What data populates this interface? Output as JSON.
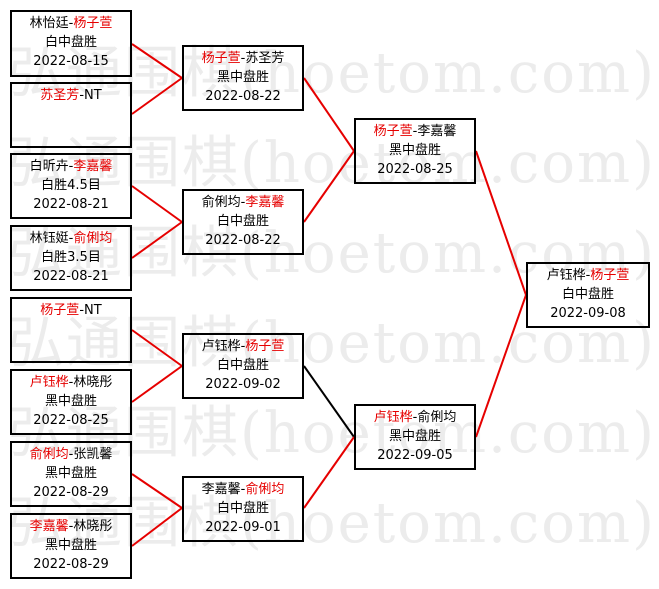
{
  "watermark": "弘通围棋(hoetom.com)",
  "colors": {
    "line_red": "#e60000",
    "line_black": "#000000",
    "winner": "#e60000"
  },
  "round1": [
    {
      "p1": "林怡廷",
      "p2": "杨子萱",
      "winner": "p2",
      "result": "白中盘胜",
      "date": "2022-08-15"
    },
    {
      "p1": "苏圣芳",
      "p2": "NT",
      "winner": "p1",
      "result": "",
      "date": ""
    },
    {
      "p1": "白昕卉",
      "p2": "李嘉馨",
      "winner": "p2",
      "result": "白胜4.5目",
      "date": "2022-08-21"
    },
    {
      "p1": "林钰娗",
      "p2": "俞俐均",
      "winner": "p2",
      "result": "白胜3.5目",
      "date": "2022-08-21"
    },
    {
      "p1": "杨子萱",
      "p2": "NT",
      "winner": "p1",
      "result": "",
      "date": ""
    },
    {
      "p1": "卢钰桦",
      "p2": "林晓彤",
      "winner": "p1",
      "result": "黑中盘胜",
      "date": "2022-08-25"
    },
    {
      "p1": "俞俐均",
      "p2": "张凯馨",
      "winner": "p1",
      "result": "黑中盘胜",
      "date": "2022-08-29"
    },
    {
      "p1": "李嘉馨",
      "p2": "林晓彤",
      "winner": "p1",
      "result": "黑中盘胜",
      "date": "2022-08-29"
    }
  ],
  "round2": [
    {
      "p1": "杨子萱",
      "p2": "苏圣芳",
      "winner": "p1",
      "result": "黑中盘胜",
      "date": "2022-08-22"
    },
    {
      "p1": "俞俐均",
      "p2": "李嘉馨",
      "winner": "p2",
      "result": "白中盘胜",
      "date": "2022-08-22"
    },
    {
      "p1": "卢钰桦",
      "p2": "杨子萱",
      "winner": "p2",
      "result": "白中盘胜",
      "date": "2022-09-02"
    },
    {
      "p1": "李嘉馨",
      "p2": "俞俐均",
      "winner": "p2",
      "result": "白中盘胜",
      "date": "2022-09-01"
    }
  ],
  "round3": [
    {
      "p1": "杨子萱",
      "p2": "李嘉馨",
      "winner": "p1",
      "result": "黑中盘胜",
      "date": "2022-08-25"
    },
    {
      "p1": "卢钰桦",
      "p2": "俞俐均",
      "winner": "p1",
      "result": "黑中盘胜",
      "date": "2022-09-05"
    }
  ],
  "final": [
    {
      "p1": "卢钰桦",
      "p2": "杨子萱",
      "winner": "p2",
      "result": "白中盘胜",
      "date": "2022-09-08"
    }
  ]
}
